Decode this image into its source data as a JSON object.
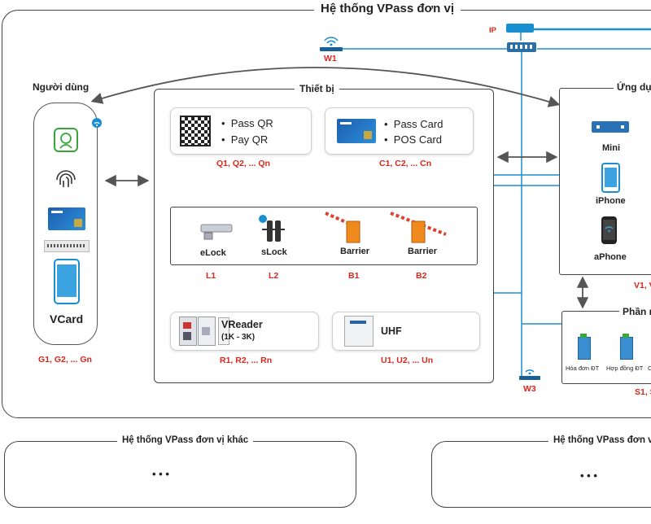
{
  "main_system": {
    "title": "Hệ thống VPass đơn vị"
  },
  "network": {
    "ip_label": "IP",
    "w1_label": "W1",
    "w3_label": "W3"
  },
  "users": {
    "title": "Người dùng",
    "vcard_label": "VCard",
    "group_label": "G1, G2, ... Gn"
  },
  "devices": {
    "title": "Thiết bị",
    "qr": {
      "items": [
        "Pass QR",
        "Pay QR"
      ],
      "group_label": "Q1, Q2, ... Qn"
    },
    "card": {
      "items": [
        "Pass Card",
        "POS Card"
      ],
      "group_label": "C1, C2, ... Cn"
    },
    "locks": [
      {
        "name": "eLock",
        "code": "L1"
      },
      {
        "name": "sLock",
        "code": "L2"
      },
      {
        "name": "Barrier",
        "code": "B1"
      },
      {
        "name": "Barrier",
        "code": "B2"
      }
    ],
    "vreader": {
      "name": "VReader",
      "range": "(1K - 3K)",
      "group_label": "R1, R2, ... Rn"
    },
    "uhf": {
      "name": "UHF",
      "group_label": "U1, U2, ... Un"
    }
  },
  "apps": {
    "title": "Ứng dụ",
    "items": [
      "Mini",
      "iPhone",
      "aPhone"
    ],
    "group_label": "V1, V"
  },
  "software": {
    "title": "Phần n",
    "items": [
      "Hóa đơn ĐT",
      "Hợp đồng ĐT",
      "C"
    ],
    "group_label": "S1, S"
  },
  "other_systems": [
    {
      "title": "Hệ thống VPass đơn vị khác",
      "ellipsis": "• • •"
    },
    {
      "title": "Hệ thống VPass đơn vị k",
      "ellipsis": "• • •"
    }
  ],
  "colors": {
    "line_blue": "#1a8fd0",
    "label_red": "#d8261c",
    "orange": "#f08a1c"
  }
}
